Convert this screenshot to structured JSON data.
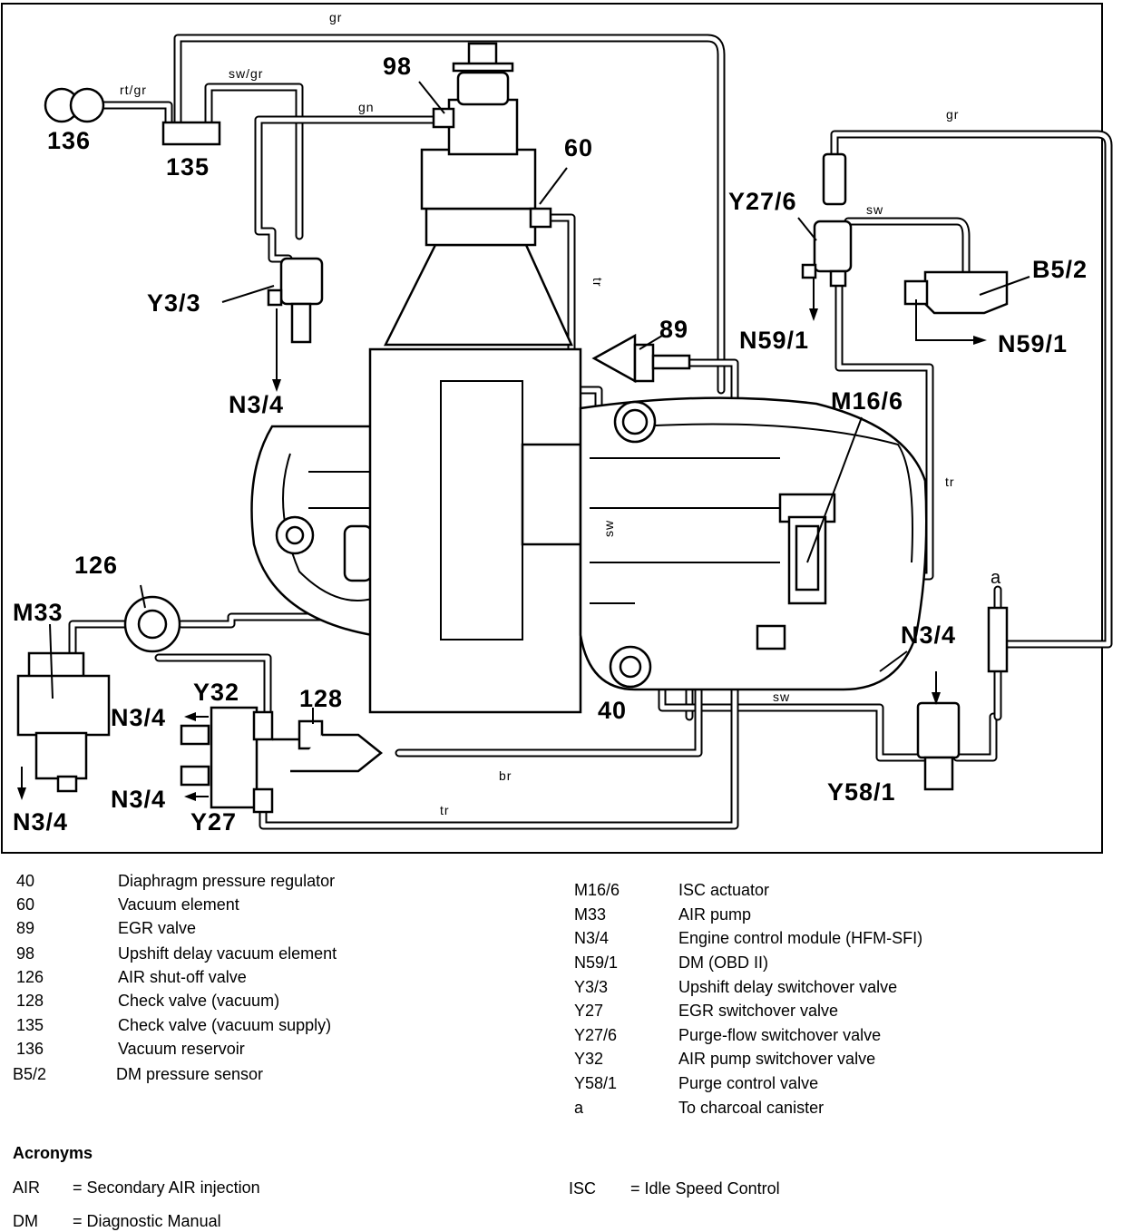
{
  "diagram": {
    "callouts": {
      "c136": "136",
      "c135": "135",
      "c98": "98",
      "c60": "60",
      "y27_6": "Y27/6",
      "b5_2": "B5/2",
      "n59_1_left": "N59/1",
      "n59_1_right": "N59/1",
      "y3_3": "Y3/3",
      "n3_4_top": "N3/4",
      "c89": "89",
      "m16_6": "M16/6",
      "c126": "126",
      "m33": "M33",
      "y32": "Y32",
      "c128": "128",
      "n3_4_left1": "N3/4",
      "n3_4_left2": "N3/4",
      "n3_4_bottom": "N3/4",
      "y27": "Y27",
      "c40": "40",
      "n3_4_right": "N3/4",
      "y58_1": "Y58/1",
      "a": "a"
    },
    "hose_colors": {
      "gr_top": "gr",
      "sw_gr": "sw/gr",
      "rt_gr": "rt/gr",
      "gn": "gn",
      "gr_right": "gr",
      "sw_right": "sw",
      "tr_right": "tr",
      "tr_vertical": "tr",
      "sw_vertical": "sw",
      "sw_bottom": "sw",
      "br": "br",
      "tr_bottom": "tr"
    }
  },
  "legend_left": [
    {
      "code": "40",
      "desc": "Diaphragm pressure regulator"
    },
    {
      "code": "60",
      "desc": "Vacuum element"
    },
    {
      "code": "89",
      "desc": "EGR valve"
    },
    {
      "code": "98",
      "desc": "Upshift delay vacuum element"
    },
    {
      "code": "126",
      "desc": "AIR shut-off valve"
    },
    {
      "code": "128",
      "desc": "Check valve (vacuum)"
    },
    {
      "code": "135",
      "desc": "Check valve (vacuum supply)"
    },
    {
      "code": "136",
      "desc": "Vacuum reservoir"
    },
    {
      "code": "B5/2",
      "desc": "DM pressure sensor"
    }
  ],
  "legend_right": [
    {
      "code": "M16/6",
      "desc": "ISC actuator"
    },
    {
      "code": "M33",
      "desc": "AIR pump"
    },
    {
      "code": "N3/4",
      "desc": "Engine control module (HFM-SFI)"
    },
    {
      "code": "N59/1",
      "desc": "DM (OBD II)"
    },
    {
      "code": "Y3/3",
      "desc": "Upshift delay switchover valve"
    },
    {
      "code": "Y27",
      "desc": "EGR switchover valve"
    },
    {
      "code": "Y27/6",
      "desc": "Purge-flow switchover valve"
    },
    {
      "code": "Y32",
      "desc": "AIR pump switchover valve"
    },
    {
      "code": "Y58/1",
      "desc": "Purge control valve"
    },
    {
      "code": "a",
      "desc": "To charcoal canister"
    }
  ],
  "acronyms": {
    "title": "Acronyms",
    "items": [
      {
        "abbr": "AIR",
        "def": "= Secondary AIR injection"
      },
      {
        "abbr": "DM",
        "def": "= Diagnostic Manual"
      },
      {
        "abbr": "ISC",
        "def": "= Idle Speed Control"
      }
    ]
  }
}
